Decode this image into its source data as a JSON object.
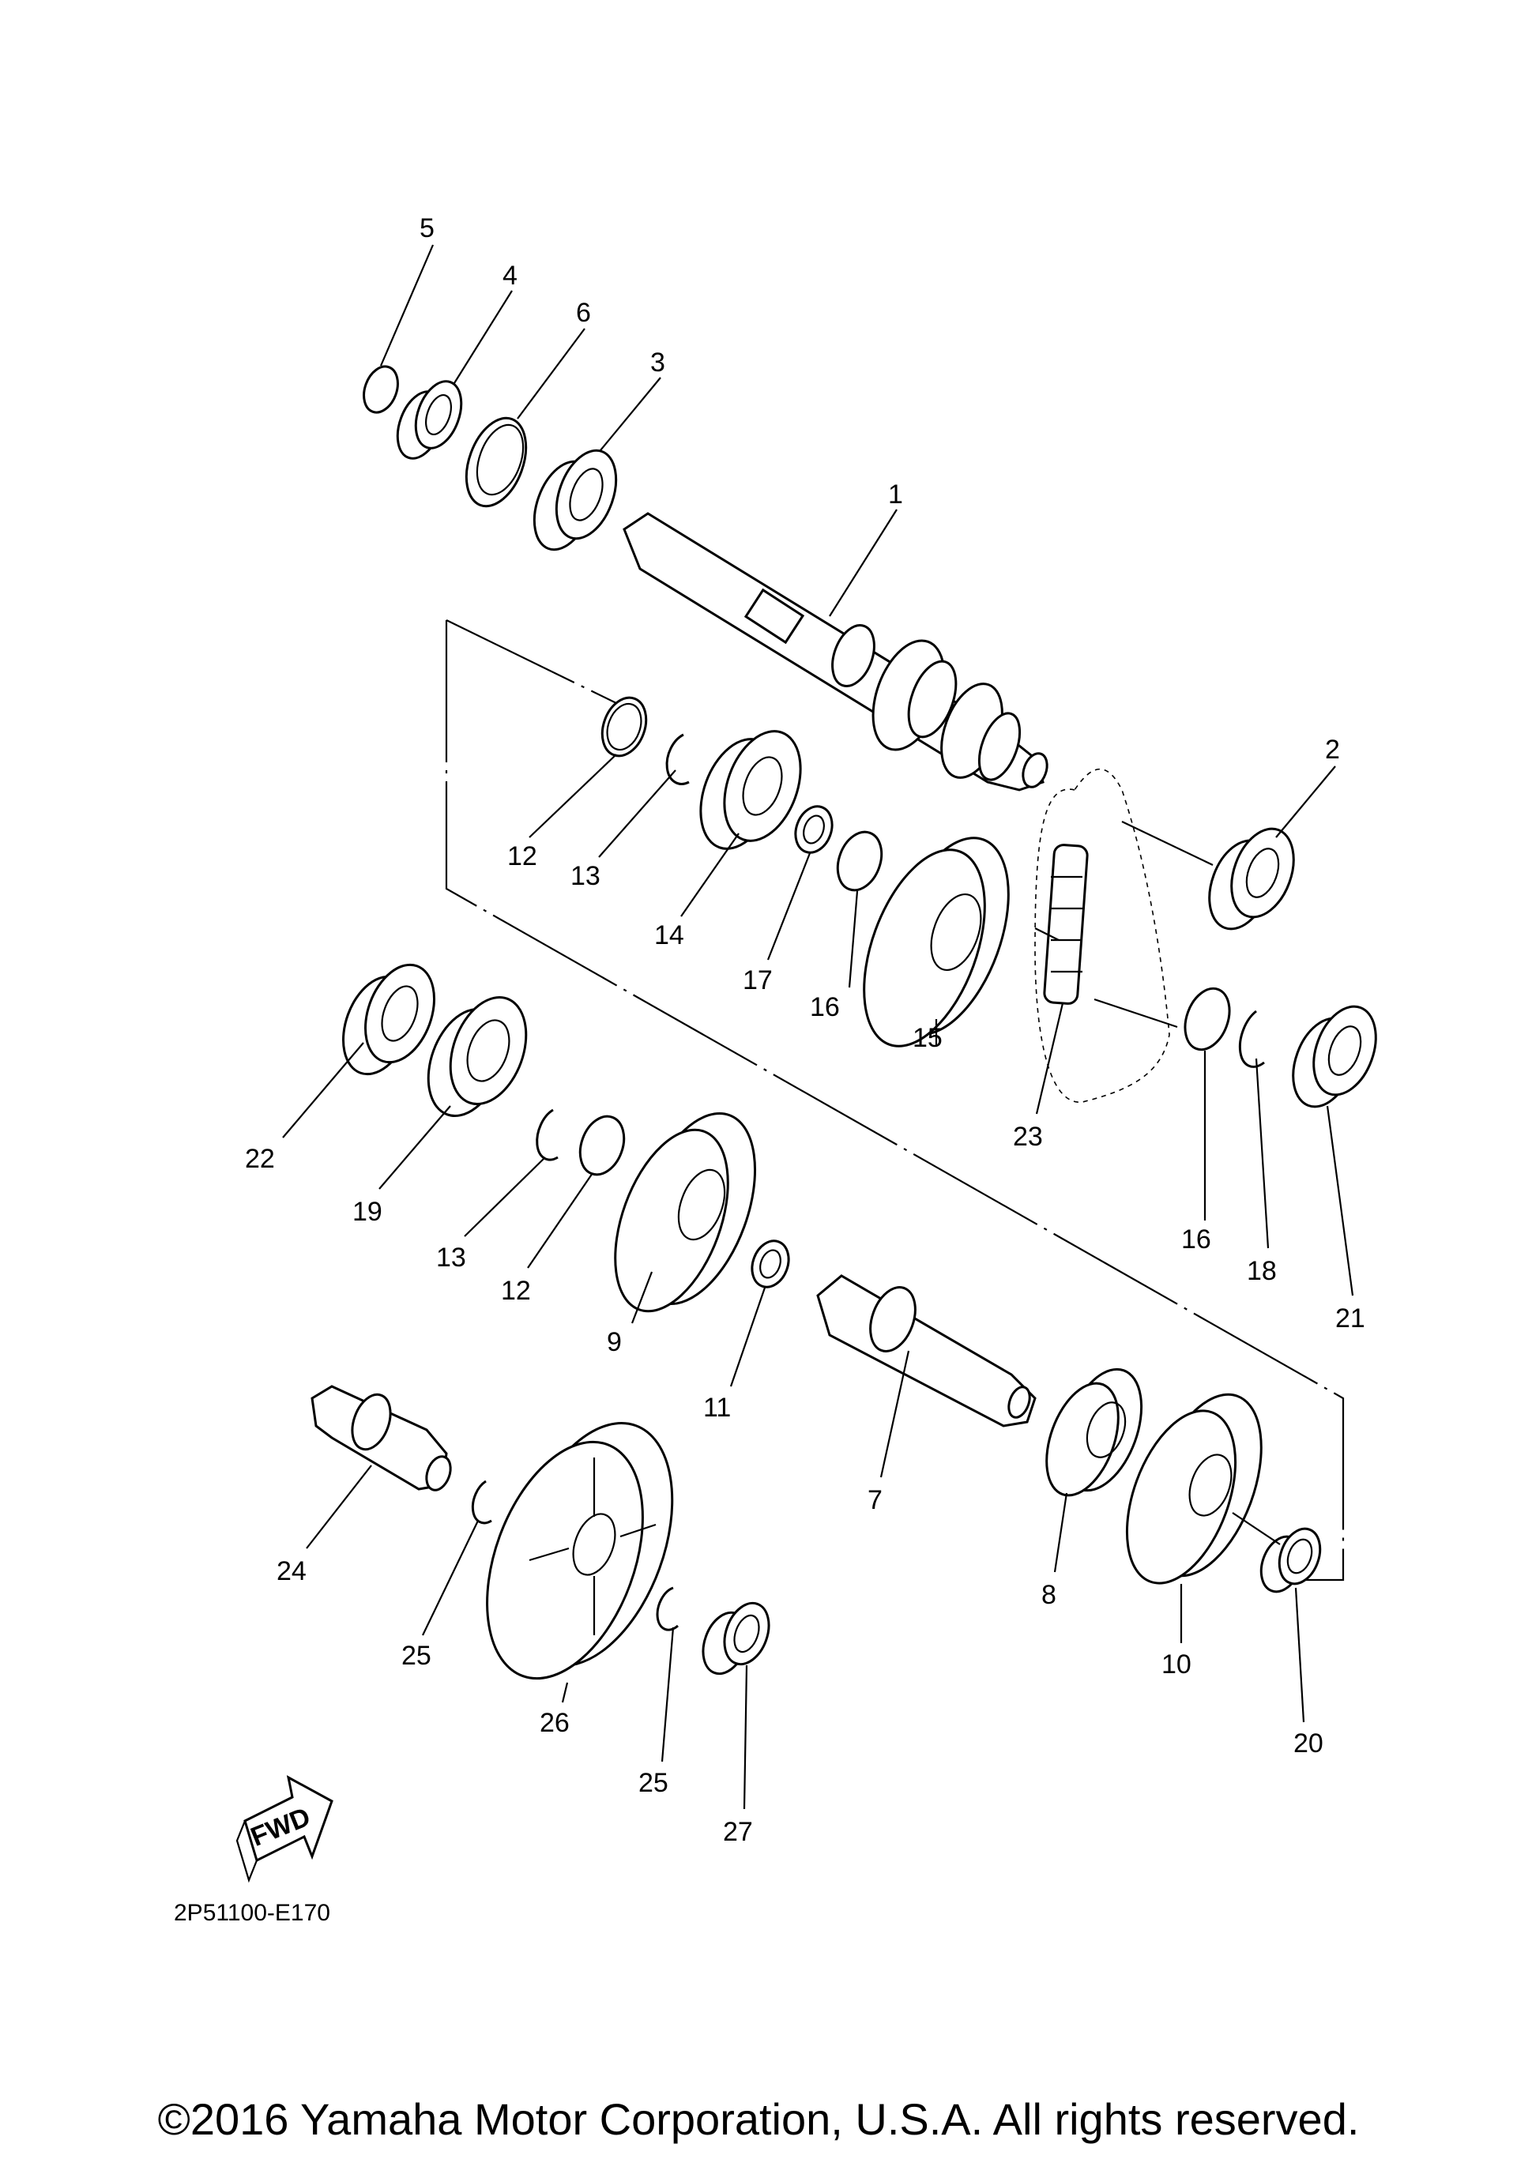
{
  "diagram": {
    "code": "2P51100-E170",
    "copyright": "©2016 Yamaha Motor Corporation, U.S.A. All rights reserved.",
    "fwd_label": "FWD",
    "callouts": [
      "1",
      "2",
      "3",
      "4",
      "5",
      "6",
      "7",
      "8",
      "9",
      "10",
      "11",
      "12",
      "12",
      "13",
      "13",
      "14",
      "15",
      "16",
      "16",
      "17",
      "18",
      "19",
      "20",
      "21",
      "22",
      "23",
      "24",
      "25",
      "25",
      "26",
      "27"
    ]
  }
}
